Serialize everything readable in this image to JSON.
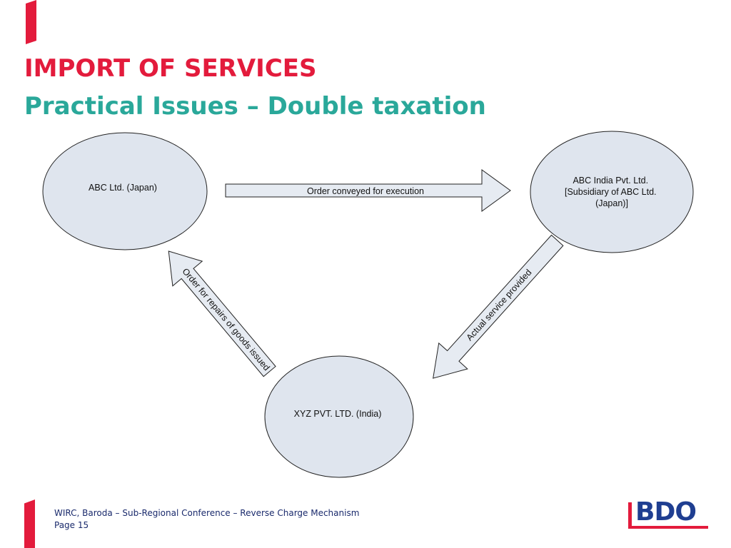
{
  "slide": {
    "title": "IMPORT OF SERVICES",
    "subtitle": "Practical Issues – Double taxation"
  },
  "diagram": {
    "nodes": {
      "abc_japan": {
        "lines": [
          "ABC Ltd. (Japan)"
        ]
      },
      "abc_india": {
        "lines": [
          "ABC India Pvt. Ltd.",
          "[Subsidiary of ABC Ltd.",
          "(Japan)]"
        ]
      },
      "xyz_india": {
        "lines": [
          "XYZ PVT. LTD. (India)"
        ]
      }
    },
    "edges": {
      "order_conveyed": {
        "label": "Order conveyed for execution"
      },
      "actual_service": {
        "label": "Actual service provided"
      },
      "order_repairs": {
        "label": "Order for repairs of goods issued"
      }
    },
    "colors": {
      "node_fill": "#dfe5ee",
      "arrow_fill": "#e6ebf2",
      "outline": "#222222"
    }
  },
  "footer": {
    "line1": "WIRC, Baroda – Sub-Regional Conference – Reverse Charge Mechanism",
    "line2": "Page 15"
  },
  "logo": {
    "text": "BDO"
  },
  "colors": {
    "accent_red": "#e31b3c",
    "subtitle_teal": "#2aa89a",
    "footer_navy": "#1a2a6c",
    "logo_blue": "#1f3e91"
  }
}
